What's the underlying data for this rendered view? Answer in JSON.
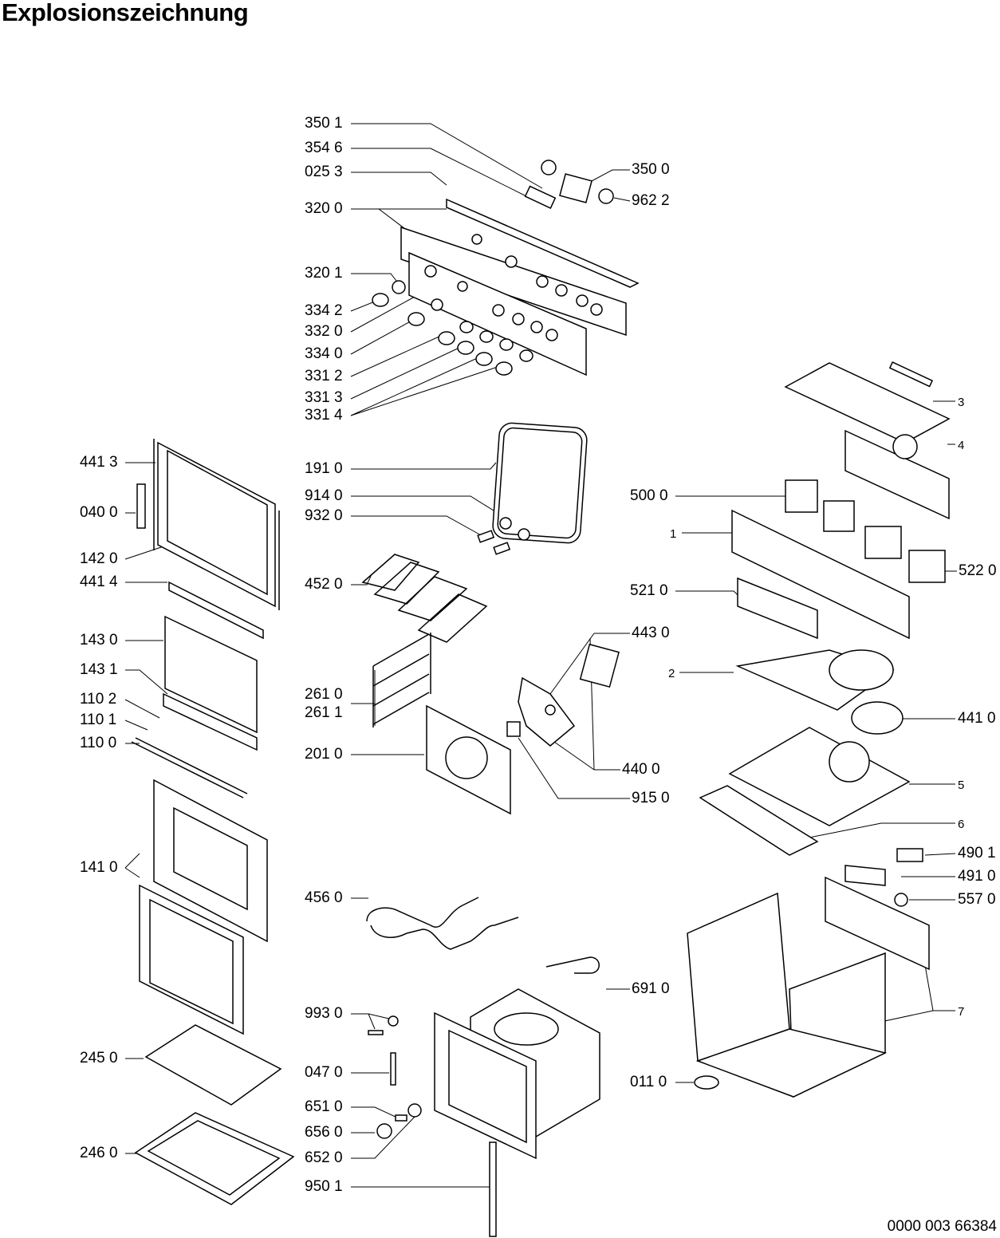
{
  "title": "Explosionszeichnung",
  "document_number": "0000 003 66384",
  "left_labels": {
    "l_4413": "441 3",
    "l_0400": "040 0",
    "l_1420": "142 0",
    "l_4414": "441 4",
    "l_1430": "143 0",
    "l_1431": "143 1",
    "l_1102": "110 2",
    "l_1101": "110 1",
    "l_1100": "110 0",
    "l_1410": "141 0",
    "l_2450": "245 0",
    "l_2460": "246 0"
  },
  "center_labels": {
    "l_3501": "350 1",
    "l_3546": "354 6",
    "l_0253": "025 3",
    "l_3200": "320 0",
    "l_3201": "320 1",
    "l_3342": "334 2",
    "l_3320": "332 0",
    "l_3340": "334 0",
    "l_3312": "331 2",
    "l_3313": "331 3",
    "l_3314": "331 4",
    "l_1910": "191 0",
    "l_9140": "914 0",
    "l_9320": "932 0",
    "l_4520": "452 0",
    "l_2610": "261 0",
    "l_2611": "261 1",
    "l_2010": "201 0",
    "l_4560": "456 0",
    "l_9930": "993 0",
    "l_0470": "047 0",
    "l_6510": "651 0",
    "l_6560": "656 0",
    "l_6520": "652 0",
    "l_9501": "950 1"
  },
  "right_labels": {
    "l_3500": "350 0",
    "l_9622": "962 2",
    "l_3": "3",
    "l_4": "4",
    "l_5000": "500 0",
    "l_1": "1",
    "l_5220": "522 0",
    "l_5210": "521 0",
    "l_4430": "443 0",
    "l_2": "2",
    "l_4410": "441 0",
    "l_4400": "440 0",
    "l_9150": "915 0",
    "l_5": "5",
    "l_6": "6",
    "l_4901": "490 1",
    "l_4910": "491 0",
    "l_5570": "557 0",
    "l_6910": "691 0",
    "l_7": "7",
    "l_0110": "011 0"
  }
}
